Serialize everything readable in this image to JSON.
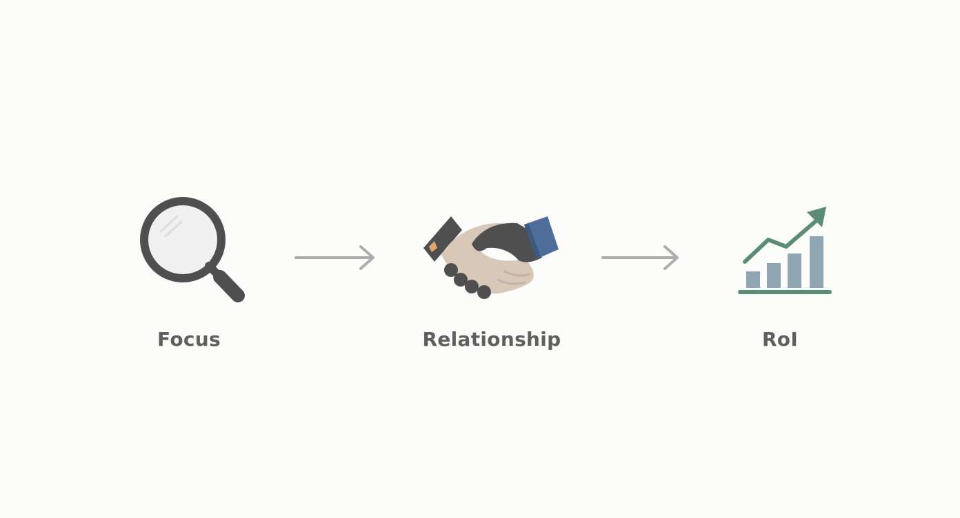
{
  "steps": [
    {
      "label": "Focus",
      "icon": "magnifying-glass-icon"
    },
    {
      "label": "Relationship",
      "icon": "handshake-icon"
    },
    {
      "label": "RoI",
      "icon": "growth-chart-icon"
    }
  ],
  "colors": {
    "dark": "#4f4f4f",
    "label": "#5f5f5f",
    "arrow": "#adadad",
    "skin": "#d8c8b8",
    "cuff_blue": "#4e6d9a",
    "chart_green": "#5a8c78",
    "bar_blue": "#8fa5b2"
  }
}
